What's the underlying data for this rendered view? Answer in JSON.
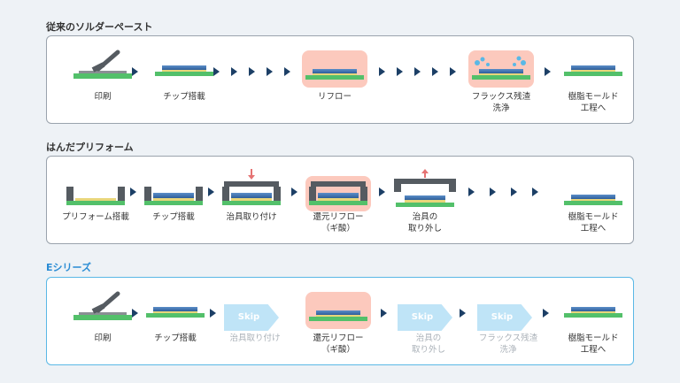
{
  "sections": {
    "conventional": {
      "title": "従来のソルダーペースト",
      "steps": [
        "印刷",
        "チップ搭載",
        "リフロー",
        "フラックス残渣\n洗浄",
        "樹脂モールド\n工程へ"
      ]
    },
    "preform": {
      "title": "はんだプリフォーム",
      "steps": [
        "プリフォーム搭載",
        "チップ搭載",
        "治具取り付け",
        "還元リフロー\n（ギ酸）",
        "治具の\n取り外し",
        "樹脂モールド\n工程へ"
      ]
    },
    "eseries": {
      "title": "Eシリーズ",
      "steps": [
        "印刷",
        "チップ搭載",
        "治具取り付け",
        "還元リフロー\n（ギ酸）",
        "治具の\n取り外し",
        "フラックス残渣\n洗浄",
        "樹脂モールド\n工程へ"
      ],
      "skip_label": "Skip"
    }
  },
  "colors": {
    "accent": "#2a8cd4",
    "arrow": "#1c3f66",
    "substrate": "#53c06a",
    "chip": "#2f5e99",
    "heat": "#fcc9bd",
    "skip": "#bfe4f7"
  }
}
